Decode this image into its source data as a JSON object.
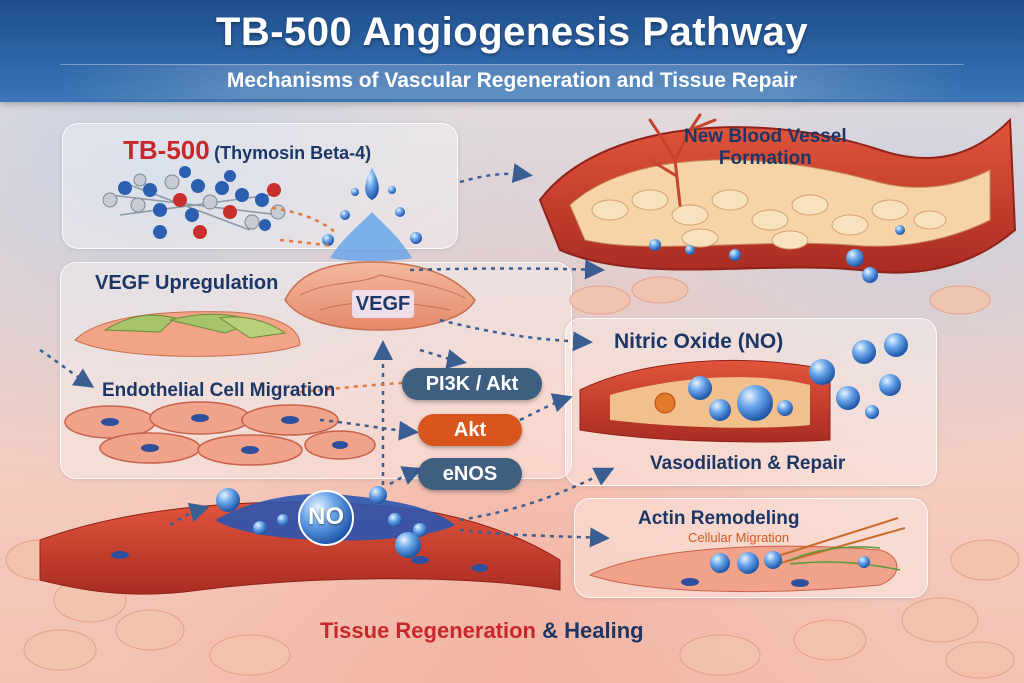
{
  "header": {
    "title": "TB-500 Angiogenesis Pathway",
    "subtitle": "Mechanisms of Vascular Regeneration and Tissue Repair"
  },
  "tb500": {
    "name": "TB-500",
    "full_name": "(Thymosin Beta-4)"
  },
  "labels": {
    "new_vessel_line1": "New Blood Vessel",
    "new_vessel_line2": "Formation",
    "vegf_upregulation": "VEGF Upregulation",
    "vegf": "VEGF",
    "nitric_oxide": "Nitric Oxide (NO)",
    "endothelial_migration": "Endothelial Cell Migration",
    "pi3k_akt": "PI3K / Akt",
    "akt": "Akt",
    "enos": "eNOS",
    "vasodilation": "Vasodilation & Repair",
    "no": "NO",
    "actin_remodeling": "Actin Remodeling",
    "cellular_migration": "Cellular Migration",
    "tissue_regen": "Tissue Regeneration",
    "healing": "& Healing"
  },
  "colors": {
    "header_blue": "#2f66a8",
    "dark_navy": "#1c3766",
    "tb500_red": "#c8282c",
    "pill_slate": "#3f5f80",
    "pill_orange": "#d8561e",
    "vessel_red": "#c8402e",
    "bubble_blue": "#3f7fd0",
    "arrow_blue": "#3a5d92"
  },
  "icons": {
    "molecule": "protein-molecule-icon",
    "droplet": "splash-droplet-icon",
    "vessel": "blood-vessel-icon",
    "bubble": "no-bubble-icon"
  }
}
